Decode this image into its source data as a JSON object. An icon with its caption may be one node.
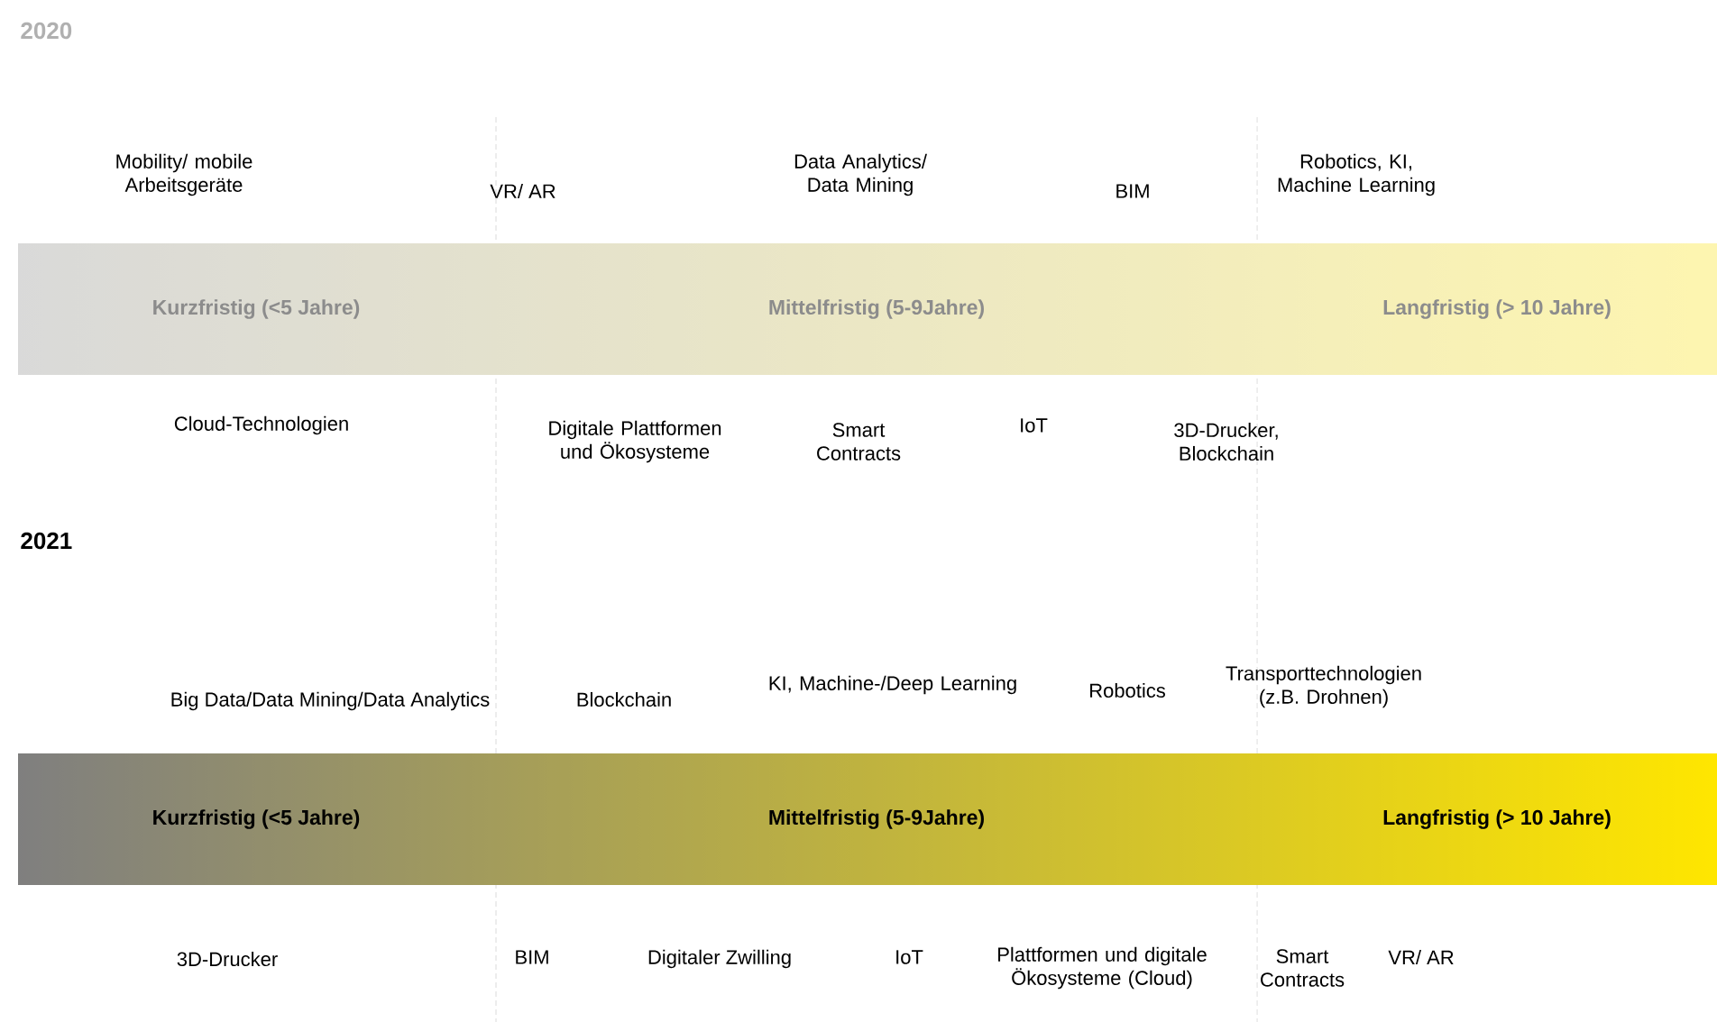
{
  "diagram": {
    "nodes": [
      {
        "text": [
          "Kurzfristig (<5 Jahre)",
          "Mittelfristig (5-9Jahre)",
          "Langfristig (> 10 Jahre)"
        ]
      },
      {
        "text": [
          "Kurzfristig (<5 Jahre)",
          "Mittelfristig (5-9Jahre)",
          "Langfristig (> 10 Jahre)"
        ]
      }
    ],
    "labels": [
      "2020",
      "Mobility/ mobile Arbeitsgeräte",
      "VR/ AR",
      "Data Analytics/ Data Mining",
      "BIM",
      "Robotics, KI, Machine Learning",
      "Cloud-Technologien",
      "Digitale Plattformen und Ökosysteme",
      "Smart Contracts",
      "IoT",
      "3D-Drucker, Blockchain",
      "2021",
      "Big Data/Data Mining/Data Analytics",
      "Blockchain",
      "KI, Machine-/Deep Learning",
      "Robotics",
      "Transporttechnologien (z.B. Drohnen)",
      "3D-Drucker",
      "BIM",
      "Digitaler Zwilling",
      "IoT",
      "Plattformen und digitale Ökosysteme (Cloud)",
      "Smart Contracts",
      "VR/ AR"
    ]
  }
}
